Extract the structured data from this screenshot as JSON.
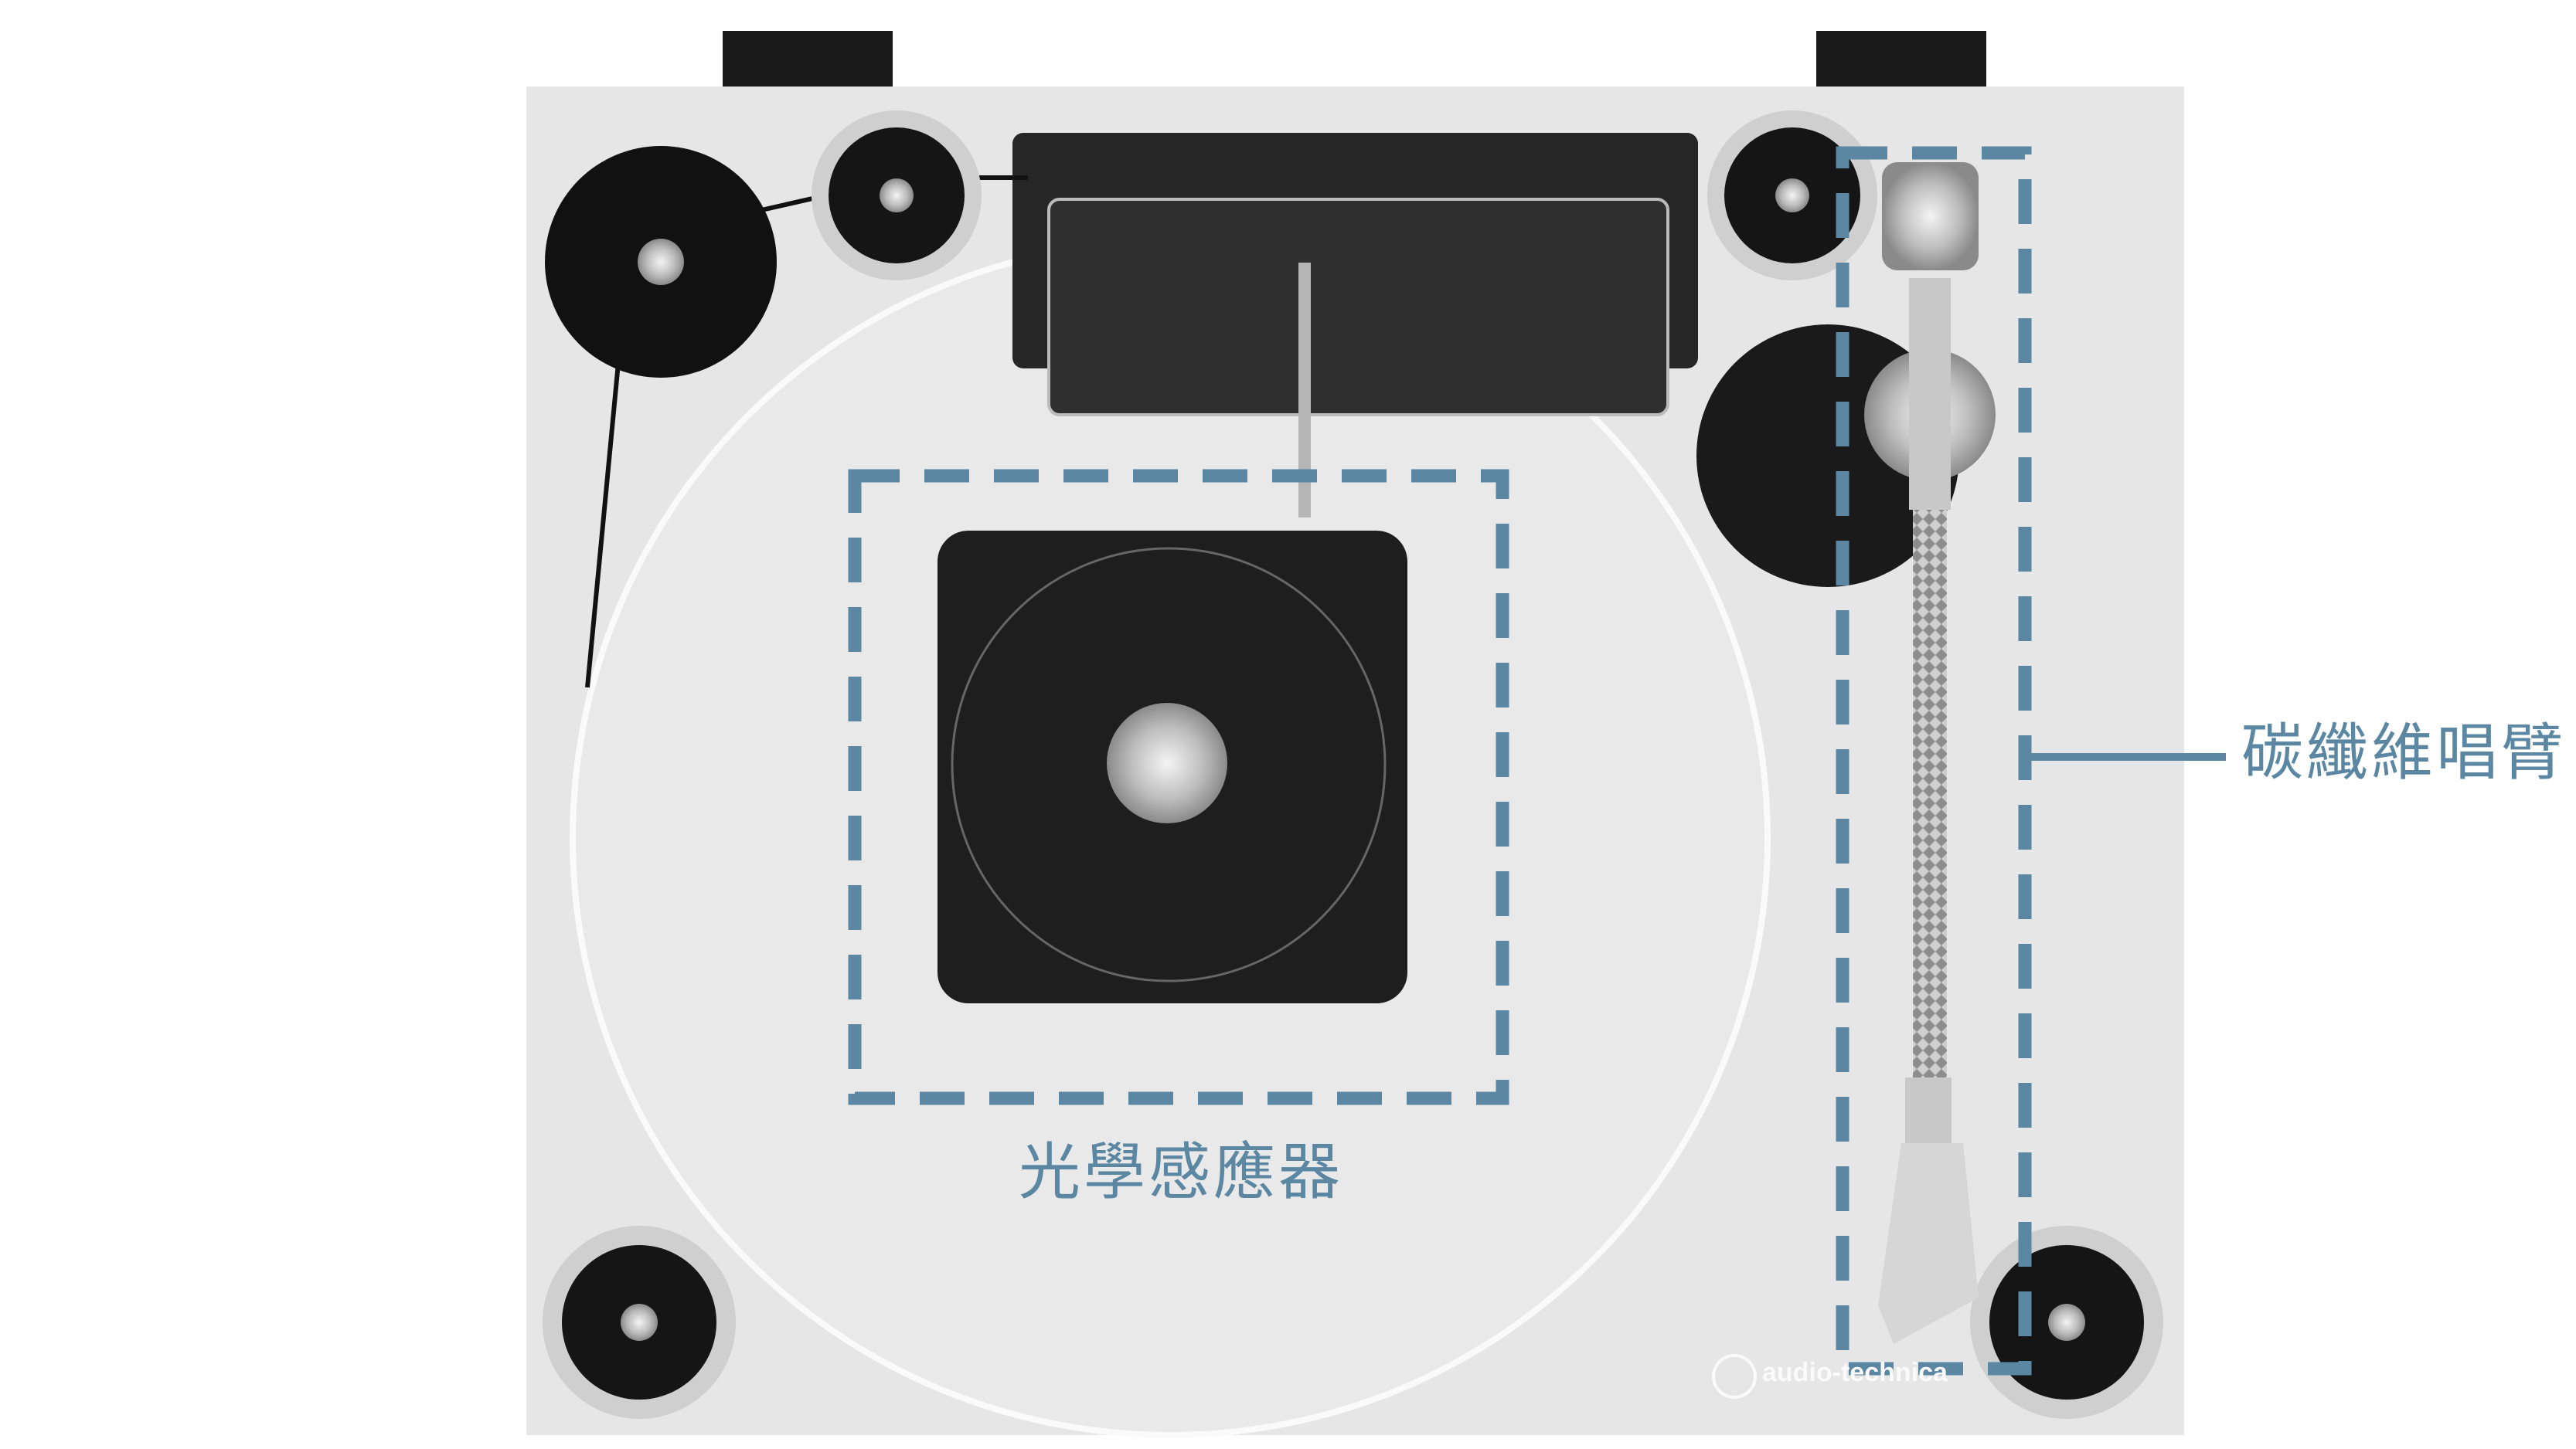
{
  "annotations": {
    "sensor_label": "光學感應器",
    "tonearm_label": "碳纖維唱臂"
  },
  "brand": {
    "logo_text": "audio-technica"
  },
  "colors": {
    "annotation": "#5b87a3",
    "plinth": "#e6e6e6",
    "plate": "#1e1e1e"
  }
}
